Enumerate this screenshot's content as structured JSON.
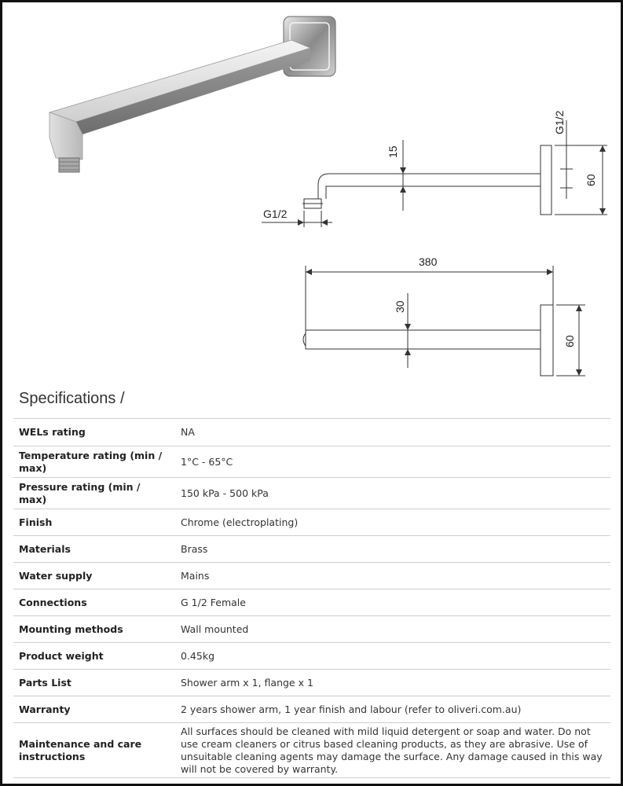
{
  "drawing_labels": {
    "g_half_top": "G1/2",
    "height_15": "15",
    "flange_60_side": "60",
    "g_half_bottom": "G1/2",
    "length_380": "380",
    "width_30": "30",
    "flange_60_top": "60"
  },
  "specifications": {
    "title": "Specifications /",
    "rows": [
      {
        "label": "WELs rating",
        "value": "NA"
      },
      {
        "label": "Temperature rating (min / max)",
        "value": "1°C - 65°C"
      },
      {
        "label": "Pressure rating (min / max)",
        "value": "150 kPa - 500 kPa"
      },
      {
        "label": "Finish",
        "value": "Chrome (electroplating)"
      },
      {
        "label": "Materials",
        "value": "Brass"
      },
      {
        "label": "Water supply",
        "value": "Mains"
      },
      {
        "label": "Connections",
        "value": "G 1/2 Female"
      },
      {
        "label": "Mounting methods",
        "value": "Wall mounted"
      },
      {
        "label": "Product weight",
        "value": "0.45kg"
      },
      {
        "label": "Parts List",
        "value": "Shower arm x 1, flange x 1"
      },
      {
        "label": "Warranty",
        "value": "2 years shower arm, 1 year finish and labour (refer to oliveri.com.au)"
      },
      {
        "label": "Maintenance and care instructions",
        "value": "All surfaces should be cleaned with mild liquid detergent or soap and water. Do not use cream cleaners or citrus based cleaning products, as they are abrasive. Use of unsuitable cleaning agents may damage the surface. Any damage caused in this way will not be covered by warranty."
      }
    ]
  }
}
